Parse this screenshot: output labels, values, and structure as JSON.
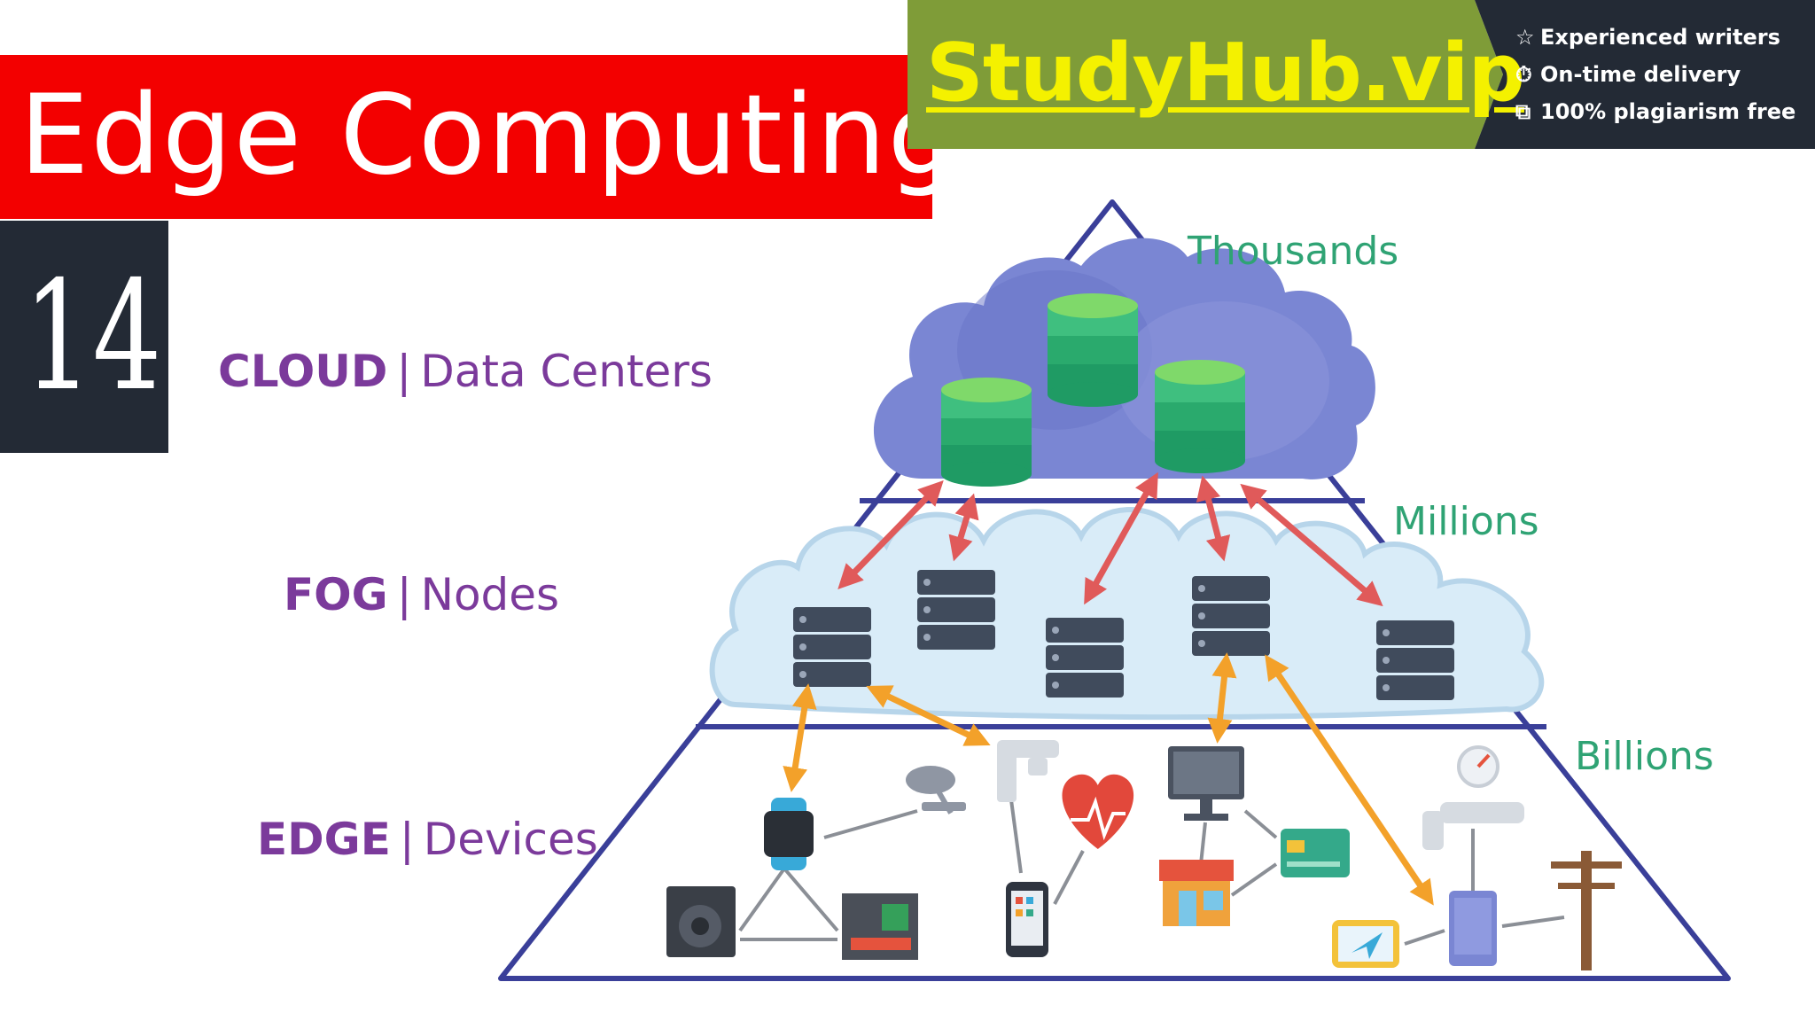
{
  "title": "Edge Computing",
  "episode": "14",
  "brand": {
    "name": "StudyHub.vip",
    "features": [
      {
        "icon": "star-icon",
        "glyph": "☆",
        "label": "Experienced writers"
      },
      {
        "icon": "clock-icon",
        "glyph": "⏱",
        "label": "On-time delivery"
      },
      {
        "icon": "copy-icon",
        "glyph": "⧉",
        "label": "100% plagiarism free"
      }
    ]
  },
  "tiers": [
    {
      "name": "CLOUD",
      "separator": "|",
      "desc": "Data Centers",
      "count": "Thousands"
    },
    {
      "name": "FOG",
      "separator": "|",
      "desc": "Nodes",
      "count": "Millions"
    },
    {
      "name": "EDGE",
      "separator": "|",
      "desc": "Devices",
      "count": "Billions"
    }
  ],
  "colors": {
    "title_band": "#f30000",
    "dark": "#232a35",
    "brand_green": "#7f9c38",
    "brand_yellow": "#f4f100",
    "pyramid_line": "#3a3f99",
    "cloud_fill": "#7a86d3",
    "fog_fill": "#d9ecf8",
    "arrow_red": "#e05a5a",
    "arrow_orange": "#f3a12a",
    "tier_purple": "#7b3a9b",
    "count_green": "#2fa374"
  }
}
